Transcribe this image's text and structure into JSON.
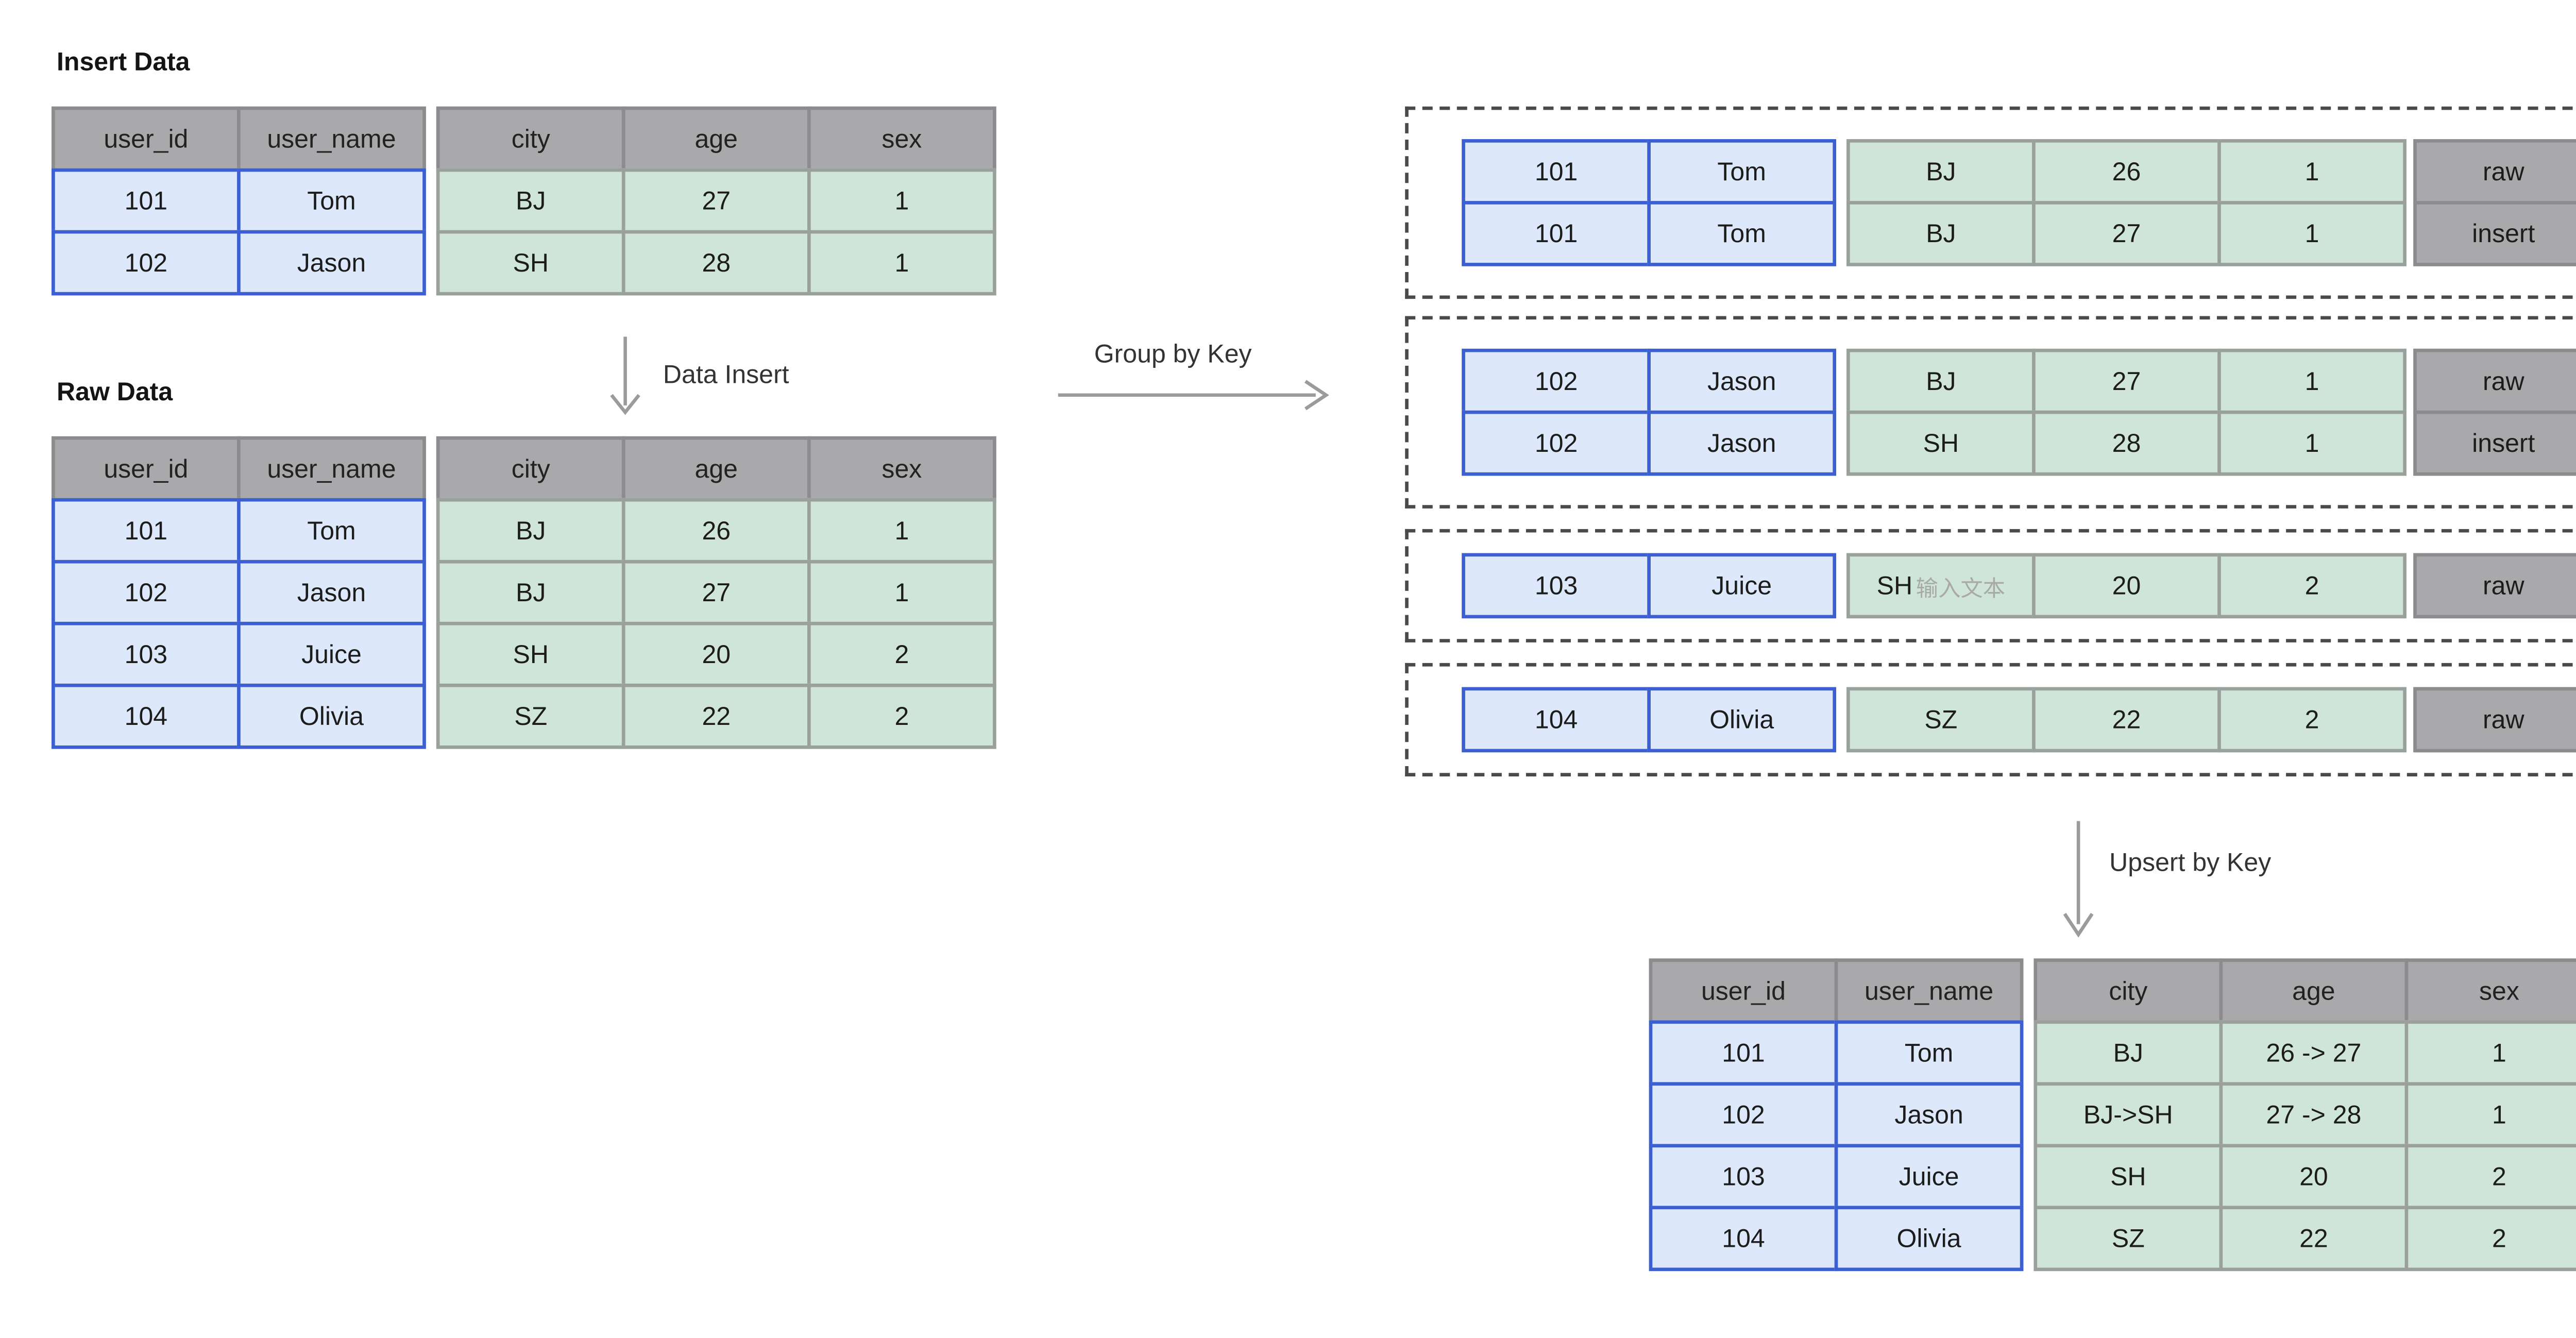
{
  "titles": {
    "insert": "Insert Data",
    "raw": "Raw Data"
  },
  "arrows": {
    "data_insert": "Data Insert",
    "group_by_key": "Group by Key",
    "upsert_by_key": "Upsert by Key"
  },
  "schema": {
    "key_headers": [
      "user_id",
      "user_name"
    ],
    "value_headers": [
      "city",
      "age",
      "sex"
    ]
  },
  "insert_table": {
    "rows": [
      {
        "key": [
          "101",
          "Tom"
        ],
        "values": [
          "BJ",
          "27",
          "1"
        ]
      },
      {
        "key": [
          "102",
          "Jason"
        ],
        "values": [
          "SH",
          "28",
          "1"
        ]
      }
    ]
  },
  "raw_table": {
    "rows": [
      {
        "key": [
          "101",
          "Tom"
        ],
        "values": [
          "BJ",
          "26",
          "1"
        ]
      },
      {
        "key": [
          "102",
          "Jason"
        ],
        "values": [
          "BJ",
          "27",
          "1"
        ]
      },
      {
        "key": [
          "103",
          "Juice"
        ],
        "values": [
          "SH",
          "20",
          "2"
        ]
      },
      {
        "key": [
          "104",
          "Olivia"
        ],
        "values": [
          "SZ",
          "22",
          "2"
        ]
      }
    ]
  },
  "groups": [
    {
      "rows": [
        {
          "key": [
            "101",
            "Tom"
          ],
          "values": [
            "BJ",
            "26",
            "1"
          ],
          "tag": "raw"
        },
        {
          "key": [
            "101",
            "Tom"
          ],
          "values": [
            "BJ",
            "27",
            "1"
          ],
          "tag": "insert"
        }
      ]
    },
    {
      "rows": [
        {
          "key": [
            "102",
            "Jason"
          ],
          "values": [
            "BJ",
            "27",
            "1"
          ],
          "tag": "raw"
        },
        {
          "key": [
            "102",
            "Jason"
          ],
          "values": [
            "SH",
            "28",
            "1"
          ],
          "tag": "insert"
        }
      ]
    },
    {
      "rows": [
        {
          "key": [
            "103",
            "Juice"
          ],
          "values": [
            "SH",
            "20",
            "2"
          ],
          "tag": "raw",
          "watermark": "输入文本"
        }
      ]
    },
    {
      "rows": [
        {
          "key": [
            "104",
            "Olivia"
          ],
          "values": [
            "SZ",
            "22",
            "2"
          ],
          "tag": "raw"
        }
      ]
    }
  ],
  "result_table": {
    "rows": [
      {
        "key": [
          "101",
          "Tom"
        ],
        "values": [
          "BJ",
          "26 -> 27",
          "1"
        ]
      },
      {
        "key": [
          "102",
          "Jason"
        ],
        "values": [
          "BJ->SH",
          "27 -> 28",
          "1"
        ]
      },
      {
        "key": [
          "103",
          "Juice"
        ],
        "values": [
          "SH",
          "20",
          "2"
        ]
      },
      {
        "key": [
          "104",
          "Olivia"
        ],
        "values": [
          "SZ",
          "22",
          "2"
        ]
      }
    ]
  },
  "colors": {
    "key_fill": "#dde8fb",
    "key_border": "#3c5fd2",
    "value_fill": "#cfe5d9",
    "header_fill": "#a9a9ab",
    "tag_fill": "#a9a9ab",
    "arrow": "#9b9b9b",
    "dashed_border": "#4a4a4a"
  }
}
